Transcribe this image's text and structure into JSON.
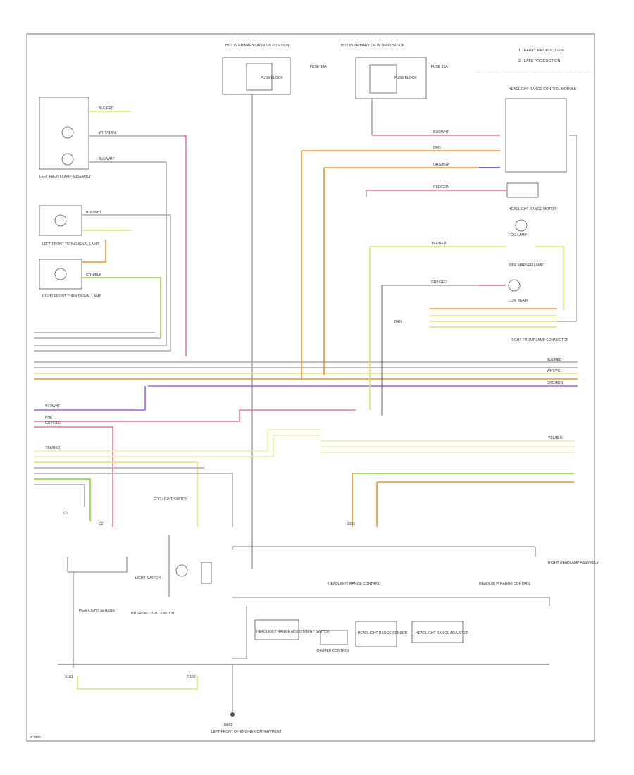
{
  "legend": {
    "item1": "1 : EARLY PRODUCTION",
    "item2": "2 : LATE PRODUCTION"
  },
  "corner_code": "W1985",
  "fuse_left": {
    "header": "HOT IN PRIMARY OR IN ON POSITION",
    "block": "FUSE BLOCK",
    "fuse": "FUSE 10A"
  },
  "fuse_right": {
    "header": "HOT IN PRIMARY OR IN ON POSITION",
    "block": "FUSE BLOCK",
    "fuse": "FUSE 15A"
  },
  "components": {
    "headlamp_ctrl": "HEADLIGHT RANGE CONTROL MODULE",
    "headlamp_motor": "HEADLIGHT RANGE MOTOR",
    "fog_lamp": "FOG LAMP",
    "side_marker": "SIDE MARKER LAMP",
    "low_beam": "LOW BEAM",
    "left_front_turn": "LEFT FRONT TURN SIGNAL LAMP",
    "right_front_turn": "RIGHT FRONT TURN SIGNAL LAMP",
    "left_front_lamp": "LEFT FRONT LAMP ASSEMBLY",
    "right_front_conn": "RIGHT FRONT LAMP CONNECTOR",
    "light_switch": "LIGHT SWITCH",
    "interior_light": "INTERIOR LIGHT SWITCH",
    "headlight_sensor": "HEADLIGHT SENSOR",
    "fog_switch": "FOG LIGHT SWITCH",
    "headlamp_level_l": "HEADLIGHT RANGE CONTROL",
    "headlamp_level_r": "HEADLIGHT RANGE CONTROL",
    "right_headlamp": "RIGHT HEADLAMP ASSEMBLY",
    "ground": "G602",
    "ground_note": "LEFT FRONT OF ENGINE COMPARTMENT",
    "dash_ctrl": "HEADLIGHT RANGE ADJUSTMENT SWITCH",
    "dimmer": "DIMMER CONTROL",
    "sensor_box": "HEADLIGHT RANGE SENSOR",
    "level_switch": "HEADLIGHT RANGE ADJUSTER"
  },
  "wires": {
    "blk_red": "BLK/RED",
    "wht_grn": "WHT/GRN",
    "blu_wht": "BLU/WHT",
    "brn": "BRN",
    "blk_wht": "BLK/WHT",
    "grn_blk": "GRN/BLK",
    "yel_red": "YEL/RED",
    "wht_yel": "WHT/YEL",
    "vio_wht": "VIO/WHT",
    "pnk": "PNK",
    "gry_red": "GRY/RED",
    "red_grn": "RED/GRN",
    "org_brn": "ORG/BRN",
    "yel_blu": "YEL/BLU"
  },
  "bottom_labels": {
    "c1": "C1",
    "c2": "C2",
    "s1": "S101",
    "s2": "S102",
    "g1": "G101"
  },
  "colors": {
    "pink": "#e8799a",
    "orange": "#e8922a",
    "yellow": "#e8e06a",
    "pale_yellow": "#f0eea0",
    "lime": "#8fce3c",
    "violet": "#9a66e0",
    "magenta": "#e060e0",
    "blue": "#4a4ae8",
    "red": "#d94050",
    "gray": "#aaaaaa",
    "dark": "#555555"
  }
}
